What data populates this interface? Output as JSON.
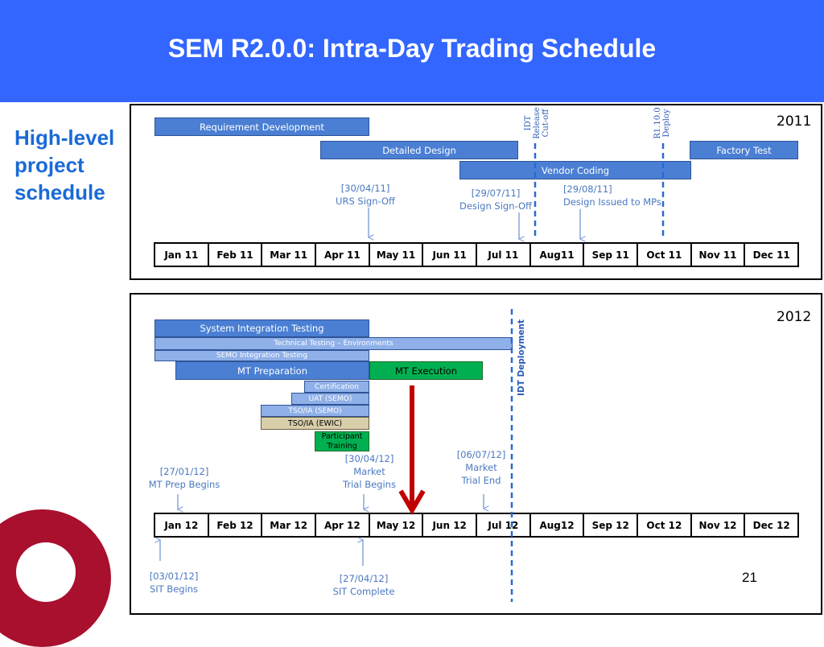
{
  "slide": {
    "title": "SEM R2.0.0: Intra-Day Trading Schedule",
    "side_label": [
      "High-level",
      "project",
      "schedule"
    ],
    "page_number": "21"
  },
  "panel_2011": {
    "year": "2011",
    "months": [
      "Jan 11",
      "Feb 11",
      "Mar 11",
      "Apr 11",
      "May 11",
      "Jun 11",
      "Jul 11",
      "Aug11",
      "Sep 11",
      "Oct 11",
      "Nov 11",
      "Dec 11"
    ],
    "bars": {
      "requirement": "Requirement Development",
      "detailed_design": "Detailed Design",
      "factory_test": "Factory Test",
      "vendor_coding": "Vendor Coding"
    },
    "milestones": {
      "urs": {
        "date": "[30/04/11]",
        "label": "URS Sign-Off"
      },
      "design": {
        "date": "[29/07/11]",
        "label": "Design Sign-Off"
      },
      "mps": {
        "date": "[29/08/11]",
        "label": "Design Issued to MPs"
      }
    },
    "markers": {
      "idt_cutoff": [
        "IDT",
        "Release",
        "Cut-off"
      ],
      "r1_deploy": [
        "R1.10.0",
        "Deploy"
      ]
    }
  },
  "panel_2012": {
    "year": "2012",
    "months": [
      "Jan 12",
      "Feb 12",
      "Mar 12",
      "Apr 12",
      "May 12",
      "Jun 12",
      "Jul 12",
      "Aug12",
      "Sep 12",
      "Oct 12",
      "Nov 12",
      "Dec 12"
    ],
    "bars": {
      "sit": "System Integration Testing",
      "tech_testing": "Technical Testing – Environments",
      "semo_it": "SEMO Integration Testing",
      "mt_prep": "MT Preparation",
      "mt_exec": "MT Execution",
      "certification": "Certification",
      "uat": "UAT (SEMO)",
      "tso_semo": "TSO/IA (SEMO)",
      "tso_ewic": "TSO/IA (EWIC)",
      "participant": "Participant Training"
    },
    "milestones": {
      "mt_prep_begins": {
        "date": "[27/01/12]",
        "label": "MT Prep Begins"
      },
      "mkt_trial_begins": {
        "date": "[30/04/12]",
        "line1": "Market",
        "line2": "Trial Begins"
      },
      "mkt_trial_end": {
        "date": "[06/07/12]",
        "line1": "Market",
        "line2": "Trial End"
      },
      "sit_begins": {
        "date": "[03/01/12]",
        "label": "SIT Begins"
      },
      "sit_complete": {
        "date": "[27/04/12]",
        "label": "SIT Complete"
      }
    },
    "markers": {
      "idt_deployment": "IDT Deployment"
    }
  },
  "colors": {
    "header": "#3366ff",
    "bar_dark": "#4a7fd4",
    "bar_light": "#8fb0e8",
    "bar_green": "#00b050",
    "milestone_text": "#4a78c0",
    "red_arrow": "#c00000",
    "logo": "#a8102e"
  }
}
